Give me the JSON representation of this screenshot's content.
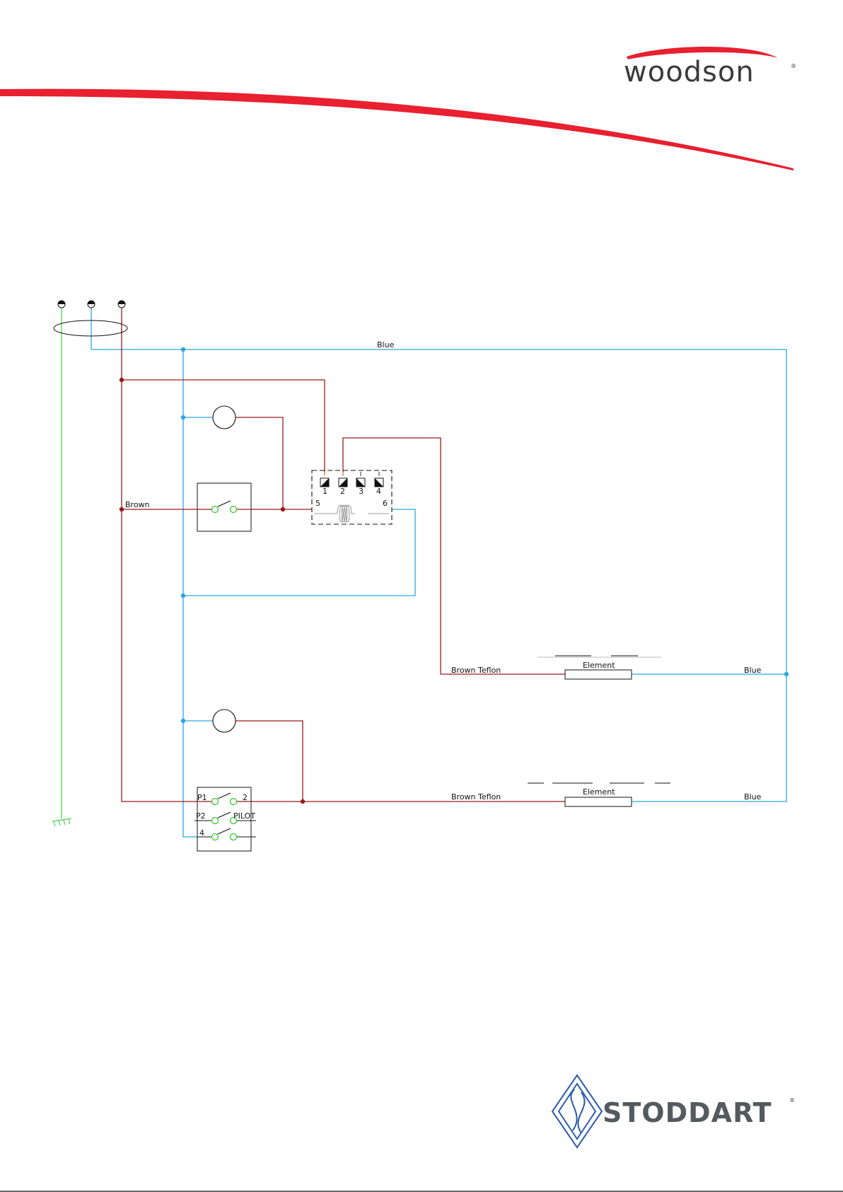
{
  "brand": {
    "woodson_logo": "woodson",
    "woodson_reg": "®",
    "stoddart_logo": "STODDART",
    "stoddart_reg": "®"
  },
  "colors": {
    "accent_red": "#e8202f",
    "live_wire": "#9b1b1b",
    "neutral_wire": "#2aa7de",
    "earth_wire": "#4fd14f",
    "switch_contact": "#33cc33",
    "logo_blue": "#2b5aa8"
  },
  "diagram": {
    "wire_blue_top": "Blue",
    "wire_brown_main": "Brown",
    "regulator_terminals": [
      "1",
      "2",
      "3",
      "4"
    ],
    "regulator_coil_left": "5",
    "regulator_coil_right": "6",
    "element_upper": {
      "label": "Element",
      "left_wire": "Brown Teflon",
      "right_wire": "Blue"
    },
    "element_lower": {
      "label": "Element",
      "left_wire": "Brown Teflon",
      "right_wire": "Blue"
    },
    "switch_block": {
      "p1": "P1",
      "t2": "2",
      "p2": "P2",
      "pilot": "PILOT",
      "t4": "4"
    }
  }
}
